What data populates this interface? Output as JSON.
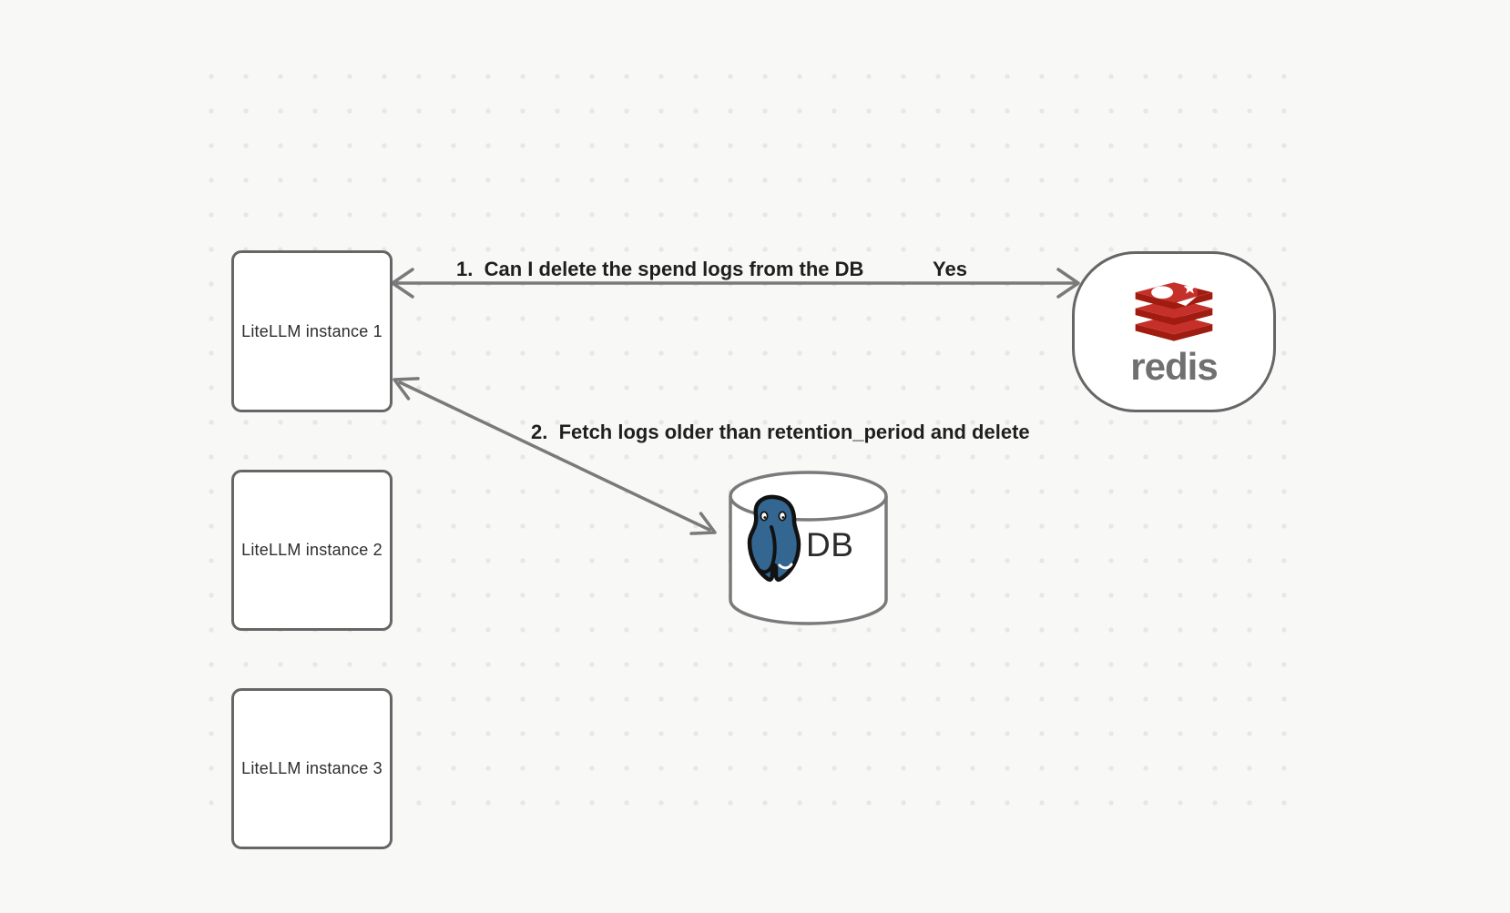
{
  "canvas": {
    "background_color": "#f8f8f7",
    "dot_color": "#e7e7e6",
    "shape_border_color": "#666666",
    "arrow_color": "#7a7a7a",
    "text_color": "#1f1f1f"
  },
  "nodes": {
    "instances": [
      {
        "label": "LiteLLM instance 1"
      },
      {
        "label": "LiteLLM instance 2"
      },
      {
        "label": "LiteLLM instance 3"
      }
    ],
    "redis": {
      "wordmark": "redis",
      "logo_red": "#C6302B",
      "logo_dark_red": "#A01B10",
      "wordmark_color": "#707070"
    },
    "db": {
      "label": "DB",
      "postgres_blue": "#336791"
    }
  },
  "arrows": {
    "arrow1": {
      "label": "1.  Can I delete the spend logs from the DB",
      "response": "Yes"
    },
    "arrow2": {
      "label": "2.  Fetch logs older than retention_period and delete"
    }
  }
}
